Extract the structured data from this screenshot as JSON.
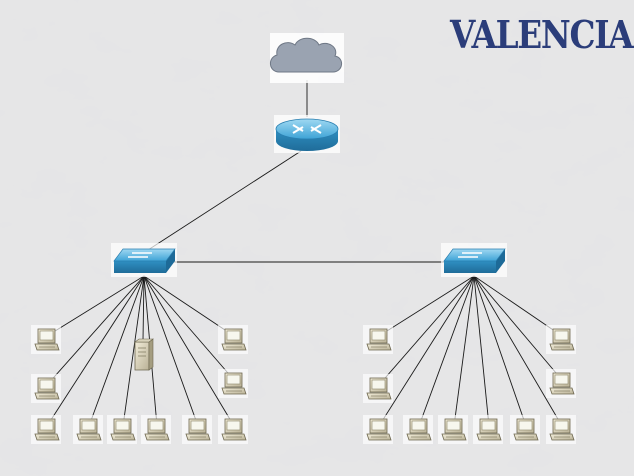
{
  "title": "VALENCIA",
  "diagram": {
    "nodes": [
      {
        "id": "internet",
        "kind": "cloud",
        "icon": "cloud-icon"
      },
      {
        "id": "router",
        "kind": "router",
        "icon": "router-icon"
      },
      {
        "id": "switch-left",
        "kind": "switch",
        "icon": "switch-icon"
      },
      {
        "id": "switch-right",
        "kind": "switch",
        "icon": "switch-icon"
      },
      {
        "id": "server-left",
        "kind": "server",
        "icon": "server-tower-icon"
      },
      {
        "id": "pc-left-1",
        "kind": "pc",
        "icon": "pc-icon"
      },
      {
        "id": "pc-left-2",
        "kind": "pc",
        "icon": "pc-icon"
      },
      {
        "id": "pc-left-3",
        "kind": "pc",
        "icon": "pc-icon"
      },
      {
        "id": "pc-left-4",
        "kind": "pc",
        "icon": "pc-icon"
      },
      {
        "id": "pc-left-5",
        "kind": "pc",
        "icon": "pc-icon"
      },
      {
        "id": "pc-left-6",
        "kind": "pc",
        "icon": "pc-icon"
      },
      {
        "id": "pc-left-7",
        "kind": "pc",
        "icon": "pc-icon"
      },
      {
        "id": "pc-left-8",
        "kind": "pc",
        "icon": "pc-icon"
      },
      {
        "id": "pc-left-9",
        "kind": "pc",
        "icon": "pc-icon"
      },
      {
        "id": "pc-left-10",
        "kind": "pc",
        "icon": "pc-icon"
      },
      {
        "id": "pc-right-1",
        "kind": "pc",
        "icon": "pc-icon"
      },
      {
        "id": "pc-right-2",
        "kind": "pc",
        "icon": "pc-icon"
      },
      {
        "id": "pc-right-3",
        "kind": "pc",
        "icon": "pc-icon"
      },
      {
        "id": "pc-right-4",
        "kind": "pc",
        "icon": "pc-icon"
      },
      {
        "id": "pc-right-5",
        "kind": "pc",
        "icon": "pc-icon"
      },
      {
        "id": "pc-right-6",
        "kind": "pc",
        "icon": "pc-icon"
      },
      {
        "id": "pc-right-7",
        "kind": "pc",
        "icon": "pc-icon"
      },
      {
        "id": "pc-right-8",
        "kind": "pc",
        "icon": "pc-icon"
      },
      {
        "id": "pc-right-9",
        "kind": "pc",
        "icon": "pc-icon"
      },
      {
        "id": "pc-right-10",
        "kind": "pc",
        "icon": "pc-icon"
      }
    ],
    "links": [
      [
        "internet",
        "router"
      ],
      [
        "router",
        "switch-left"
      ],
      [
        "switch-left",
        "switch-right"
      ],
      [
        "switch-left",
        "server-left"
      ],
      [
        "switch-left",
        "pc-left-1"
      ],
      [
        "switch-left",
        "pc-left-2"
      ],
      [
        "switch-left",
        "pc-left-3"
      ],
      [
        "switch-left",
        "pc-left-4"
      ],
      [
        "switch-left",
        "pc-left-5"
      ],
      [
        "switch-left",
        "pc-left-6"
      ],
      [
        "switch-left",
        "pc-left-7"
      ],
      [
        "switch-left",
        "pc-left-8"
      ],
      [
        "switch-left",
        "pc-left-9"
      ],
      [
        "switch-left",
        "pc-left-10"
      ],
      [
        "switch-right",
        "pc-right-1"
      ],
      [
        "switch-right",
        "pc-right-2"
      ],
      [
        "switch-right",
        "pc-right-3"
      ],
      [
        "switch-right",
        "pc-right-4"
      ],
      [
        "switch-right",
        "pc-right-5"
      ],
      [
        "switch-right",
        "pc-right-6"
      ],
      [
        "switch-right",
        "pc-right-7"
      ],
      [
        "switch-right",
        "pc-right-8"
      ],
      [
        "switch-right",
        "pc-right-9"
      ],
      [
        "switch-right",
        "pc-right-10"
      ]
    ]
  },
  "colors": {
    "title": "#2b3d7a",
    "device_blue": "#2f8fc2",
    "device_blue_light": "#7cc4e6",
    "link": "#1a1a1a",
    "cloud": "#9aa3b1",
    "marble_base": "#e4e4e4"
  }
}
